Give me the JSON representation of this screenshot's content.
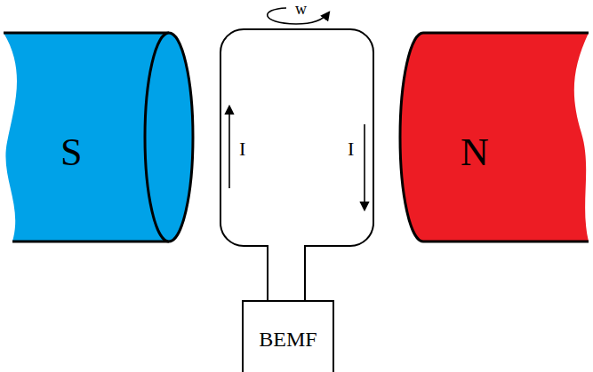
{
  "diagram": {
    "nodes": [
      {
        "text": [
          "S"
        ]
      },
      {
        "text": [
          "N"
        ]
      },
      {
        "text": [
          "BEMF"
        ]
      }
    ],
    "labels": [
      "w",
      "I",
      "I"
    ]
  }
}
